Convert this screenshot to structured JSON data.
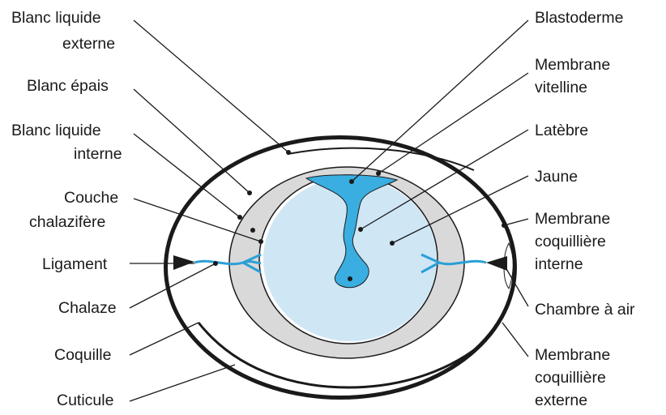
{
  "labels": {
    "blanc_liquide_externe": [
      "Blanc liquide",
      "externe"
    ],
    "blanc_epais": [
      "Blanc épais"
    ],
    "blanc_liquide_interne": [
      "Blanc liquide",
      "interne"
    ],
    "couche_chalazifere": [
      "Couche",
      "chalazifère"
    ],
    "ligament": [
      "Ligament"
    ],
    "chalaze": [
      "Chalaze"
    ],
    "coquille": [
      "Coquille"
    ],
    "cuticule": [
      "Cuticule"
    ],
    "blastoderme": [
      "Blastoderme"
    ],
    "membrane_vitelline": [
      "Membrane",
      "vitelline"
    ],
    "latebre": [
      "Latèbre"
    ],
    "jaune": [
      "Jaune"
    ],
    "membrane_coquilliere_interne": [
      "Membrane",
      "coquillière",
      "interne"
    ],
    "chambre_a_air": [
      "Chambre à air"
    ],
    "membrane_coquilliere_externe": [
      "Membrane",
      "coquillière",
      "externe"
    ]
  },
  "colors": {
    "outline": "#1a1a1a",
    "shell_white": "#ffffff",
    "thick_white": "#d9d9d9",
    "yolk": "#cfe6f5",
    "latebra": "#3aaee0",
    "leader": "#1a1a1a"
  }
}
